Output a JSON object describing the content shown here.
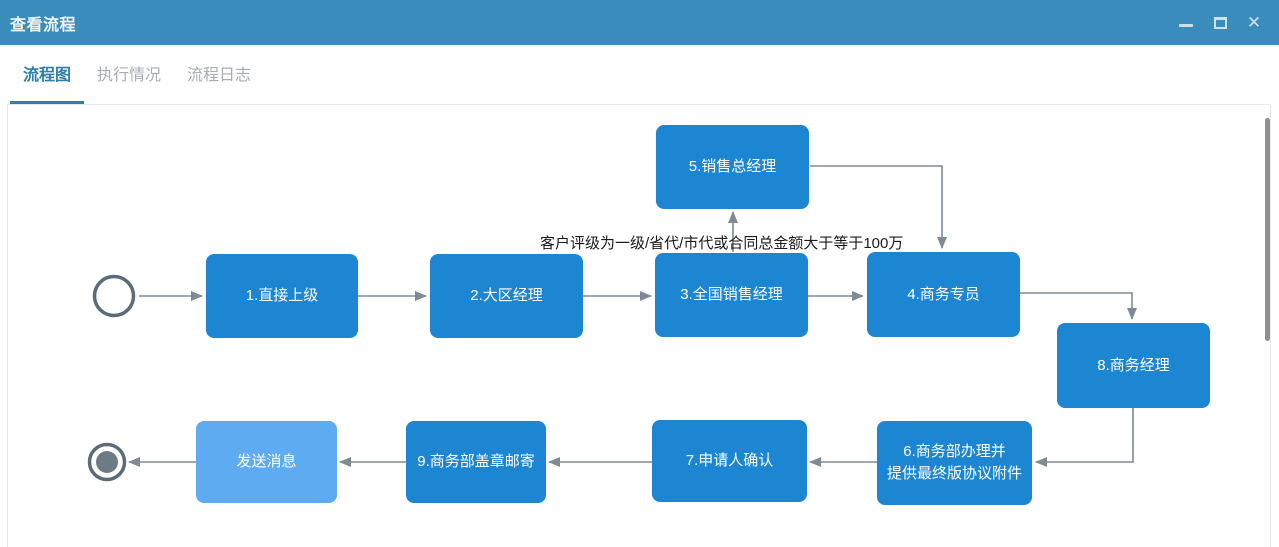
{
  "window": {
    "title": "查看流程",
    "controls": [
      {
        "name": "minimize",
        "icon": "minus"
      },
      {
        "name": "maximize",
        "icon": "square-outline"
      },
      {
        "name": "close",
        "icon": "x",
        "glyph": "✕"
      }
    ]
  },
  "tabs": [
    {
      "label": "流程图",
      "active": true
    },
    {
      "label": "执行情况",
      "active": false
    },
    {
      "label": "流程日志",
      "active": false
    }
  ],
  "diagram": {
    "type": "workflow-flowchart",
    "condition_label": "客户评级为一级/省代/市代或合同总金额大于等于100万",
    "start_node": "start-event",
    "end_node": "end-event",
    "nodes": [
      {
        "id": "1",
        "label": "1.直接上级"
      },
      {
        "id": "2",
        "label": "2.大区经理"
      },
      {
        "id": "3",
        "label": "3.全国销售经理"
      },
      {
        "id": "4",
        "label": "4.商务专员"
      },
      {
        "id": "5",
        "label": "5.销售总经理"
      },
      {
        "id": "8",
        "label": "8.商务经理"
      },
      {
        "id": "6",
        "label": "6.商务部办理并\n提供最终版协议附件"
      },
      {
        "id": "7",
        "label": "7.申请人确认"
      },
      {
        "id": "9",
        "label": "9.商务部盖章邮寄"
      },
      {
        "id": "send",
        "label": "发送消息"
      }
    ],
    "edges": [
      {
        "from": "start",
        "to": "1"
      },
      {
        "from": "1",
        "to": "2"
      },
      {
        "from": "2",
        "to": "3"
      },
      {
        "from": "3",
        "to": "4"
      },
      {
        "from": "3",
        "to": "5",
        "label": "客户评级为一级/省代/市代或合同总金额大于等于100万"
      },
      {
        "from": "5",
        "to": "4"
      },
      {
        "from": "4",
        "to": "8"
      },
      {
        "from": "8",
        "to": "6"
      },
      {
        "from": "6",
        "to": "7"
      },
      {
        "from": "7",
        "to": "9"
      },
      {
        "from": "9",
        "to": "send"
      },
      {
        "from": "send",
        "to": "end"
      }
    ]
  },
  "colors": {
    "titlebar_bg": "#3a8cbd",
    "titlebar_text": "#f0f6fa",
    "tab_active": "#2e7daa",
    "tab_inactive": "#a8adb3",
    "node_fill": "#1c86d2",
    "node_fill_light": "#5fabf2",
    "node_text": "#ffffff",
    "edge": "#7e8b94",
    "event_circle_stroke": "#5b6b77",
    "end_circle_fill": "#6e7b85",
    "panel_border": "#eaeaea",
    "scrollbar_thumb": "#8f8f8f"
  }
}
